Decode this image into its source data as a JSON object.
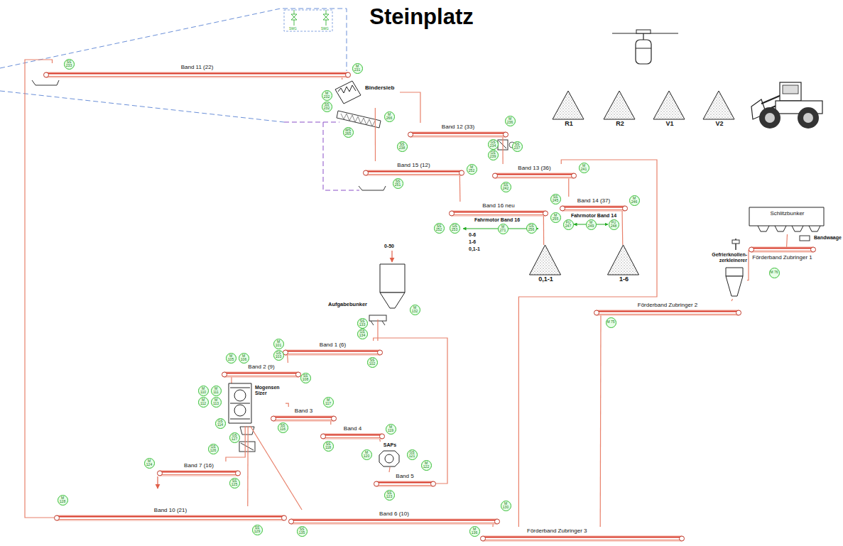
{
  "diagram": {
    "title": "Steinplatz",
    "nodes": [
      {
        "text": [
          "Band 11 (22)"
        ]
      },
      {
        "text": [
          "Bindersieb"
        ]
      },
      {
        "text": [
          "Band 12 (33)"
        ]
      },
      {
        "text": [
          "Band 15 (12)"
        ]
      },
      {
        "text": [
          "Band 13 (36)"
        ]
      },
      {
        "text": [
          "Band 14 (37)"
        ]
      },
      {
        "text": [
          "Band 16 neu"
        ]
      },
      {
        "text": [
          "R1"
        ]
      },
      {
        "text": [
          "R2"
        ]
      },
      {
        "text": [
          "V1"
        ]
      },
      {
        "text": [
          "V2"
        ]
      },
      {
        "text": [
          "0,1-1"
        ]
      },
      {
        "text": [
          "1-6"
        ]
      },
      {
        "text": [
          "Schlitzbunker"
        ]
      },
      {
        "text": [
          "Förderband Zubringer 1"
        ]
      },
      {
        "text": [
          "Gefrierknollen- zerkleinerer"
        ]
      },
      {
        "text": [
          "Förderband Zubringer 2"
        ]
      },
      {
        "text": [
          "Aufgabebunker"
        ]
      },
      {
        "text": [
          "Band 1 (6)"
        ]
      },
      {
        "text": [
          "Band 2 (9)"
        ]
      },
      {
        "text": [
          "Mogensen Sizer"
        ]
      },
      {
        "text": [
          "Band 3"
        ]
      },
      {
        "text": [
          "Band 4"
        ]
      },
      {
        "text": [
          "SAPs"
        ]
      },
      {
        "text": [
          "Band 5"
        ]
      },
      {
        "text": [
          "Band 7 (16)"
        ]
      },
      {
        "text": [
          "Band 10 (21)"
        ]
      },
      {
        "text": [
          "Band 6 (10)"
        ]
      },
      {
        "text": [
          "Förderband Zubringer 3"
        ]
      }
    ],
    "edges": [
      {
        "from": 0,
        "to": 1,
        "arrow": "none"
      },
      {
        "from": 1,
        "to": 2,
        "arrow": "none"
      },
      {
        "from": 1,
        "to": 3,
        "arrow": "none"
      },
      {
        "from": 2,
        "to": 4,
        "arrow": "none"
      },
      {
        "from": 4,
        "to": 5,
        "arrow": "none"
      },
      {
        "from": 3,
        "to": 6,
        "arrow": "none"
      },
      {
        "from": 6,
        "to": 11,
        "arrow": "none"
      },
      {
        "from": 5,
        "to": 12,
        "arrow": "none"
      },
      {
        "from": 17,
        "to": 18,
        "arrow": "none"
      },
      {
        "from": 18,
        "to": 19,
        "arrow": "none"
      },
      {
        "from": 19,
        "to": 20,
        "arrow": "none"
      },
      {
        "from": 20,
        "to": 21,
        "arrow": "none"
      },
      {
        "from": 21,
        "to": 22,
        "arrow": "none"
      },
      {
        "from": 22,
        "to": 23,
        "arrow": "none"
      },
      {
        "from": 23,
        "to": 24,
        "arrow": "none"
      },
      {
        "from": 24,
        "to": 18,
        "arrow": "none"
      },
      {
        "from": 20,
        "to": 27,
        "arrow": "none"
      },
      {
        "from": 20,
        "to": 25,
        "arrow": "none"
      },
      {
        "from": 20,
        "to": 26,
        "arrow": "none"
      },
      {
        "from": 27,
        "to": 28,
        "arrow": "none"
      },
      {
        "from": 26,
        "to": 0,
        "arrow": "none"
      },
      {
        "from": 13,
        "to": 14,
        "arrow": "none"
      },
      {
        "from": 14,
        "to": 15,
        "arrow": "none"
      },
      {
        "from": 15,
        "to": 16,
        "arrow": "none"
      },
      {
        "from": 16,
        "to": 28,
        "arrow": "none"
      },
      {
        "from": 28,
        "to": 4,
        "arrow": "none"
      }
    ],
    "labels": [
      "0-50",
      "Fahrmotor Band 16",
      "0-6",
      "1-6",
      "0,1-1",
      "Fahrmotor Band 14",
      "Bandwaage",
      "SWG",
      "SWG",
      "SS 233",
      "M 231",
      "M 232",
      "SS 232",
      "M 266",
      "WS 265",
      "SS 238",
      "M 236",
      "GS 234",
      "GS 239",
      "SS 237",
      "SS 251",
      "M 252",
      "M 241",
      "SS 242",
      "SS 245",
      "M 246",
      "FU 247",
      "M 249",
      "FU 248",
      "SS 252",
      "GS 253",
      "M 271",
      "GS 256",
      "M 255",
      "M 132",
      "SS 133",
      "GS 134",
      "M 101",
      "GS 103",
      "SS 102",
      "M 105",
      "M 106",
      "SS 108",
      "M 110",
      "M 111",
      "M 112",
      "M 113",
      "GS 114",
      "SS 116",
      "M 117",
      "SS 118",
      "M 119",
      "M 120",
      "GS 121",
      "M 122",
      "SS 123",
      "M 124",
      "SS 125",
      "GS 126",
      "GS 127",
      "M 128",
      "SS 129",
      "M 130",
      "SS 135",
      "M 136",
      "M 75",
      "M 76"
    ]
  }
}
